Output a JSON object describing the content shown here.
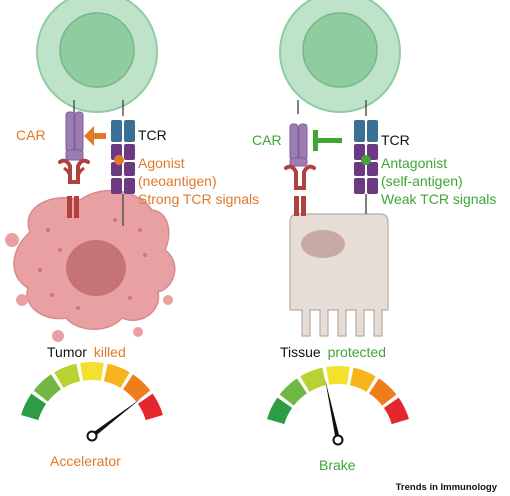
{
  "left_panel": {
    "car_label": "CAR",
    "tcr_label": "TCR",
    "signal_lines": [
      "Agonist",
      "(neoantigen)",
      "Strong TCR signals"
    ],
    "outcome_subject": "Tumor",
    "outcome_state": "killed",
    "gauge_label": "Accelerator",
    "gauge_level": 0.85
  },
  "right_panel": {
    "car_label": "CAR",
    "tcr_label": "TCR",
    "signal_lines": [
      "Antagonist",
      "(self-antigen)",
      "Weak TCR signals"
    ],
    "outcome_subject": "Tissue",
    "outcome_state": "protected",
    "gauge_label": "Brake",
    "gauge_level": 0.42
  },
  "footer": {
    "journal": "Trends in Immunology"
  },
  "colors": {
    "accelerator_orange": "#e0792a",
    "brake_green": "#3fa535",
    "t_cell_green": "#8fcca0",
    "car_purple": "#9b7db3",
    "tcr_blue": "#3a6f96",
    "cd3_purple": "#6b3a82",
    "tumor_pink": "#e8a0a3",
    "tissue_beige": "#e5ddd6",
    "receptor_red": "#b1413f",
    "gauge_segments": [
      "#2e9b45",
      "#71b843",
      "#b8d234",
      "#f3e22d",
      "#f6b51c",
      "#ef7d1b",
      "#e3272d"
    ]
  }
}
